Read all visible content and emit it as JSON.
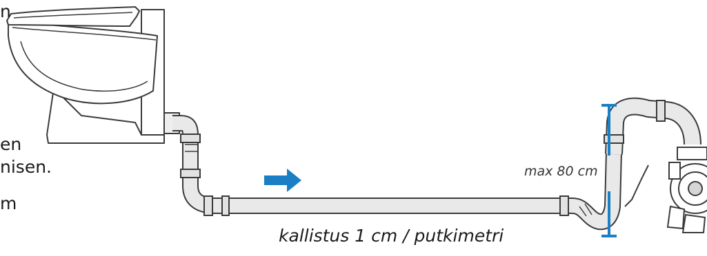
{
  "side_text": {
    "line1": "n",
    "line2": "en",
    "line3": "nisen.",
    "line4": "m"
  },
  "height_label": "max 80 cm",
  "slope_label": "kallistus 1 cm / putkimetri",
  "colors": {
    "accent": "#1a7fc4",
    "outline": "#3a3a3a",
    "pipe_fill": "#e9e9e9",
    "text": "#1a1a1a"
  },
  "icons": {
    "flow_arrow": "arrow-right-icon",
    "height_marker": "vertical-dimension-icon"
  }
}
